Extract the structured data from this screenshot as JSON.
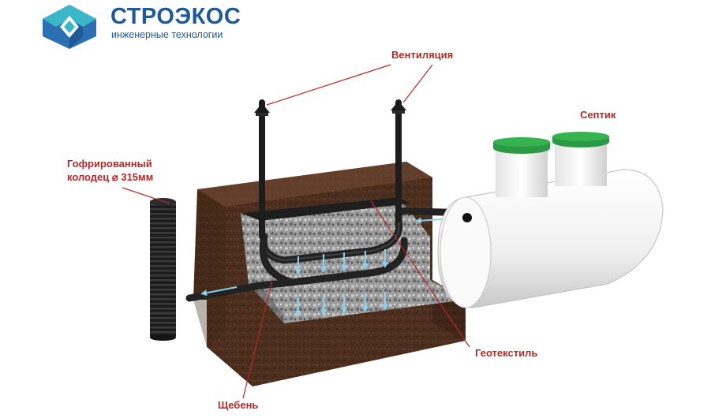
{
  "brand": {
    "name": "СТРОЭКОС",
    "tagline": "инженерные технологии"
  },
  "labels": {
    "ventilation": "Вентиляция",
    "septic": "Септик",
    "well_line1": "Гофрированный",
    "well_line2": "колодец  ⌀ 315мм",
    "geotextile": "Геотекстиль",
    "gravel": "Щебень"
  },
  "colors": {
    "label": "#b02a2a",
    "brand": "#1f5a96",
    "brand_accent": "#3cb7c9",
    "soil": "#4a2d1d",
    "gravel": "#9a9a9a",
    "pipe": "#222222",
    "flow_arrow": "#8ccfee",
    "tank": "#f2f2f2",
    "lid": "#2b9a45"
  }
}
